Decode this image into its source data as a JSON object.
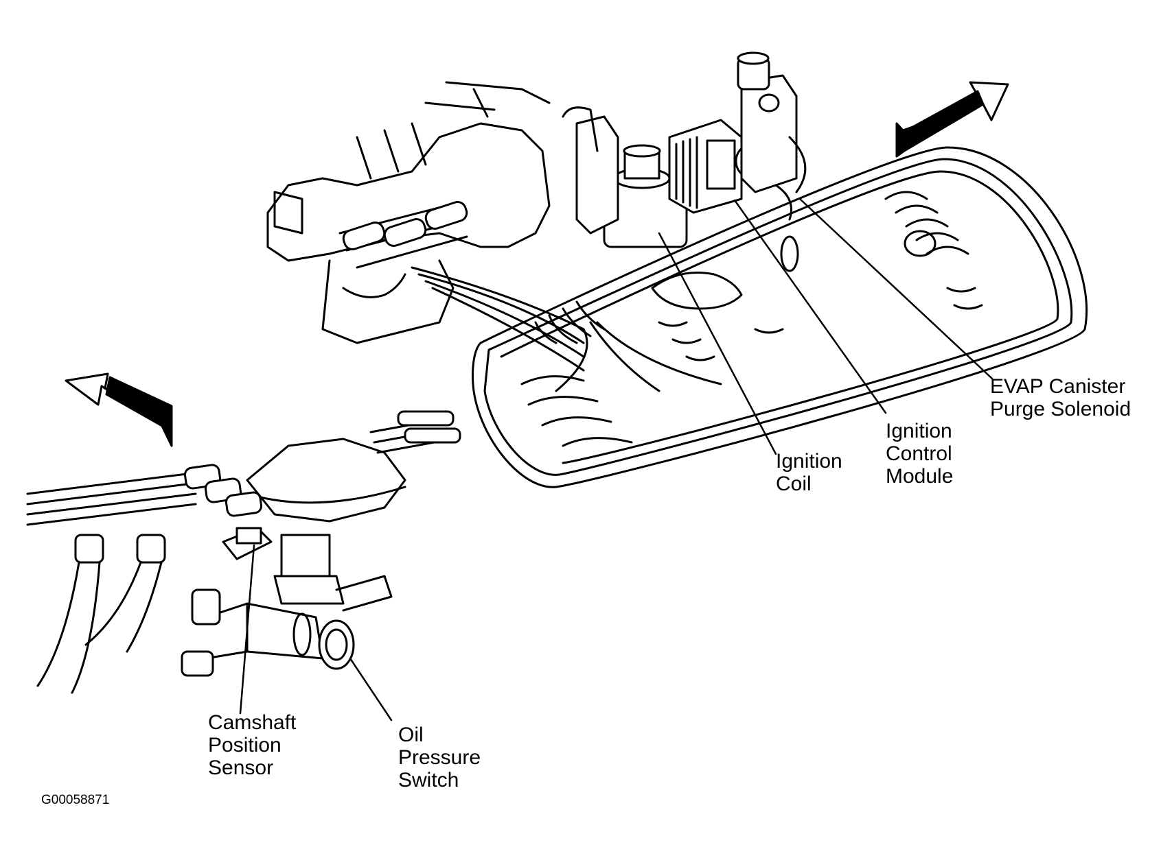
{
  "labels": {
    "evap": [
      "EVAP Canister",
      "Purge Solenoid"
    ],
    "icm": [
      "Ignition",
      "Control",
      "Module"
    ],
    "coil": [
      "Ignition",
      "Coil"
    ],
    "cam": [
      "Camshaft",
      "Position",
      "Sensor"
    ],
    "oil": [
      "Oil",
      "Pressure",
      "Switch"
    ]
  },
  "figure_id": "G00058871",
  "colors": {
    "ink": "#000000",
    "paper": "#ffffff"
  }
}
